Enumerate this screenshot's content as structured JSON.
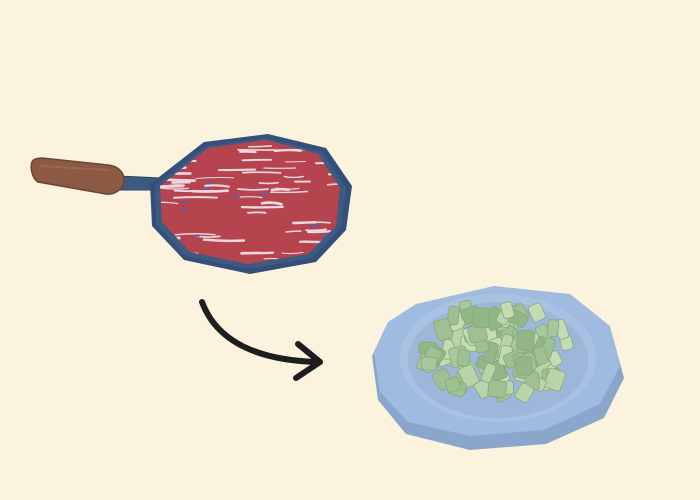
{
  "scene": {
    "background_color": "#fcf3de",
    "objects": [
      {
        "name": "frying-pan",
        "handle_color": "#8c5a44",
        "body_color": "#3d5a80",
        "contents": "raw-meat",
        "contents_color": "#b5444f"
      },
      {
        "name": "transition-arrow",
        "color": "#1e1e1e",
        "direction": "pan-to-plate"
      },
      {
        "name": "plate",
        "color": "#9fbbdf",
        "contents": "chopped-greens",
        "contents_color": "#a8c79c"
      }
    ]
  }
}
